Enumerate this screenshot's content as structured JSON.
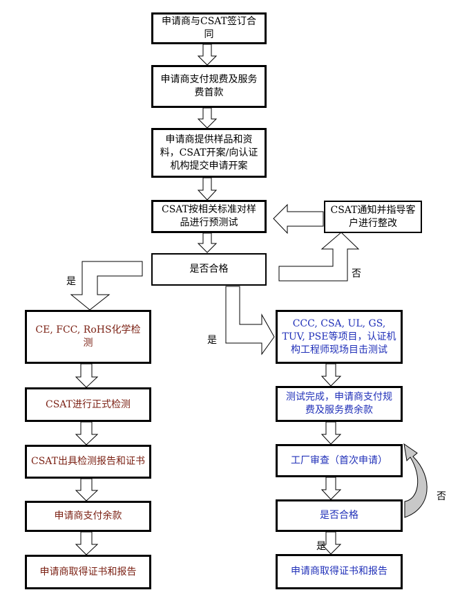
{
  "center": {
    "step1": "申请商与CSAT签订合同",
    "step2": "申请商支付规费及服务费首款",
    "step3": "申请商提供样品和资料，CSAT开案/向认证机构提交申请开案",
    "step4": "CSAT按相关标准对样品进行预测试",
    "decision": "是否合格"
  },
  "fix_box": "CSAT通知并指导客户进行整改",
  "labels": {
    "yes_left": "是",
    "yes_mid": "是",
    "no_top": "否",
    "no_bottom": "否",
    "yes_bottom": "是"
  },
  "left_column": [
    "CE, FCC, RoHS化学检测",
    "CSAT进行正式检测",
    "CSAT出具检测报告和证书",
    "申请商支付余款",
    "申请商取得证书和报告"
  ],
  "right_column": [
    "CCC, CSA, UL, GS, TUV, PSE等项目，认证机构工程师现场目击测试",
    "测试完成，申请商支付规费及服务费余款",
    "工厂审查（首次申请）",
    "是否合格",
    "申请商取得证书和报告"
  ],
  "colors": {
    "left_text": "#7a1f12",
    "right_text": "#1f2fb8",
    "border": "#000000",
    "curve_fill": "#c8c8c8"
  }
}
